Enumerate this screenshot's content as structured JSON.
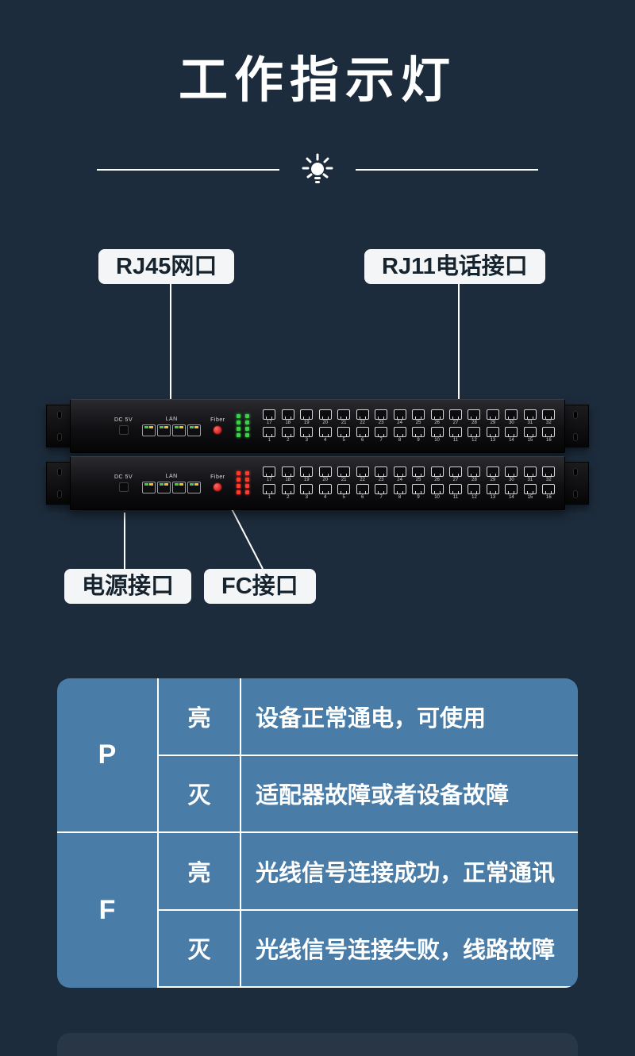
{
  "page": {
    "title": "工作指示灯"
  },
  "colors": {
    "background": "#1d2c3c",
    "table_blue": "#4a7ca8",
    "led_green": "#3ecf4a",
    "led_red": "#ff3b30",
    "fiber_red": "#d42b2b"
  },
  "icons": {
    "divider_icon": "glow-lamp-icon"
  },
  "callouts": {
    "rj45": "RJ45网口",
    "rj11": "RJ11电话接口",
    "power": "电源接口",
    "fc": "FC接口"
  },
  "device": {
    "dc_label": "DC 5V",
    "lan_label": "LAN",
    "fiber_label": "Fiber",
    "port_rows": {
      "top": [
        "17",
        "18",
        "19",
        "20",
        "21",
        "22",
        "23",
        "24",
        "25",
        "26",
        "27",
        "28",
        "29",
        "30",
        "31",
        "32"
      ],
      "bottom": [
        "1",
        "2",
        "3",
        "4",
        "5",
        "6",
        "7",
        "8",
        "9",
        "10",
        "11",
        "12",
        "13",
        "14",
        "15",
        "16"
      ]
    }
  },
  "table": {
    "groups": [
      {
        "label": "P",
        "rows": [
          {
            "state": "亮",
            "desc": "设备正常通电，可使用"
          },
          {
            "state": "灭",
            "desc": "适配器故障或者设备故障"
          }
        ]
      },
      {
        "label": "F",
        "rows": [
          {
            "state": "亮",
            "desc": "光线信号连接成功，正常通讯"
          },
          {
            "state": "灭",
            "desc": "光线信号连接失败，线路故障"
          }
        ]
      }
    ]
  }
}
